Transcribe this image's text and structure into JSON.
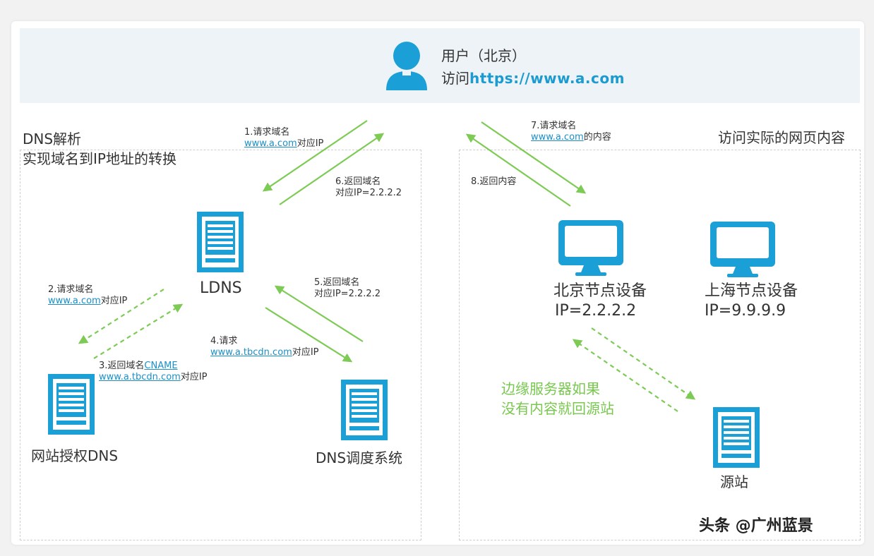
{
  "user": {
    "line1": "用户（北京）",
    "visit_prefix": "访问",
    "visit_url": "https://www.a.com"
  },
  "left_panel": {
    "title_line1": "DNS解析",
    "title_line2": "实现域名到IP地址的转换"
  },
  "right_panel": {
    "title": "访问实际的网页内容"
  },
  "servers": {
    "ldns": "LDNS",
    "auth_dns": "网站授权DNS",
    "dns_sched": "DNS调度系统",
    "origin": "源站"
  },
  "nodes": {
    "beijing": {
      "name": "北京节点设备",
      "ip": "IP=2.2.2.2"
    },
    "shanghai": {
      "name": "上海节点设备",
      "ip": "IP=9.9.9.9"
    }
  },
  "steps": {
    "s1": {
      "title": "1.请求域名",
      "link": "www.a.com",
      "suffix": "对应IP"
    },
    "s2": {
      "title": "2.请求域名",
      "link": "www.a.com",
      "suffix": "对应IP"
    },
    "s3": {
      "title_prefix": "3.返回域名",
      "title_link": "CNAME",
      "link": "www.a.tbcdn.com",
      "suffix": "对应IP"
    },
    "s4": {
      "title": "4.请求",
      "link": "www.a.tbcdn.com",
      "suffix": "对应IP"
    },
    "s5": {
      "title": "5.返回域名",
      "line2": "对应IP=2.2.2.2"
    },
    "s6": {
      "title": "6.返回域名",
      "line2": "对应IP=2.2.2.2"
    },
    "s7": {
      "title": "7.请求域名",
      "link": "www.a.com",
      "suffix": "的内容"
    },
    "s8": {
      "title": "8.返回内容"
    }
  },
  "edge_note": {
    "line1": "边缘服务器如果",
    "line2": "没有内容就回源站"
  },
  "watermark": "头条 @广州蓝景",
  "colors": {
    "icon_blue": "#1aa0d6",
    "arrow_green": "#7dcb55",
    "link_blue": "#1b8fc7"
  },
  "icons": {
    "user": "user-icon",
    "server": "server-icon",
    "monitor": "monitor-icon"
  }
}
